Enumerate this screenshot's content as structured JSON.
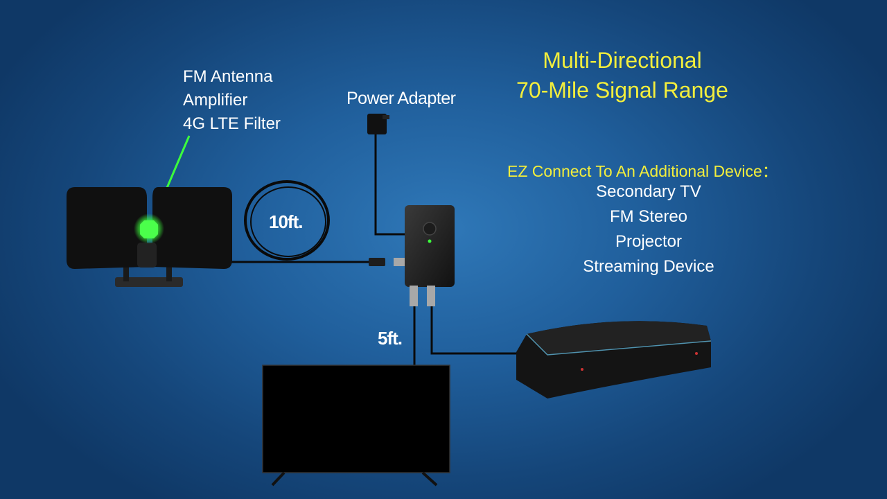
{
  "antenna_labels": [
    "FM Antenna",
    "Amplifier",
    "4G LTE Filter"
  ],
  "power_adapter_label": "Power Adapter",
  "headline": [
    "Multi-Directional",
    "70-Mile Signal Range"
  ],
  "connect_heading": "EZ Connect To An Additional Device：",
  "devices": [
    "Secondary TV",
    "FM Stereo",
    "Projector",
    "Streaming Device"
  ],
  "cable_long_label": "10ft.",
  "cable_short_label": "5ft.",
  "colors": {
    "accent_yellow": "#f3ee3c",
    "glow_green": "#3cff3c",
    "text_white": "#ffffff"
  }
}
